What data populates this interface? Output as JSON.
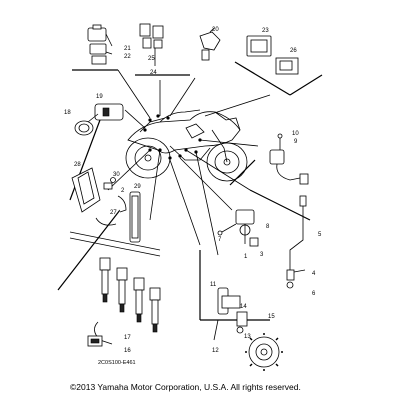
{
  "callouts": [
    "1",
    "2",
    "3",
    "4",
    "5",
    "6",
    "7",
    "8",
    "9",
    "10",
    "11",
    "12",
    "13",
    "14",
    "15",
    "16",
    "17",
    "18",
    "19",
    "20",
    "21",
    "22",
    "23",
    "24",
    "25",
    "26",
    "27",
    "28",
    "29",
    "30"
  ],
  "diagram_code": "2C0S100-E461",
  "copyright": "©2013 Yamaha Motor Corporation, U.S.A. All rights reserved."
}
